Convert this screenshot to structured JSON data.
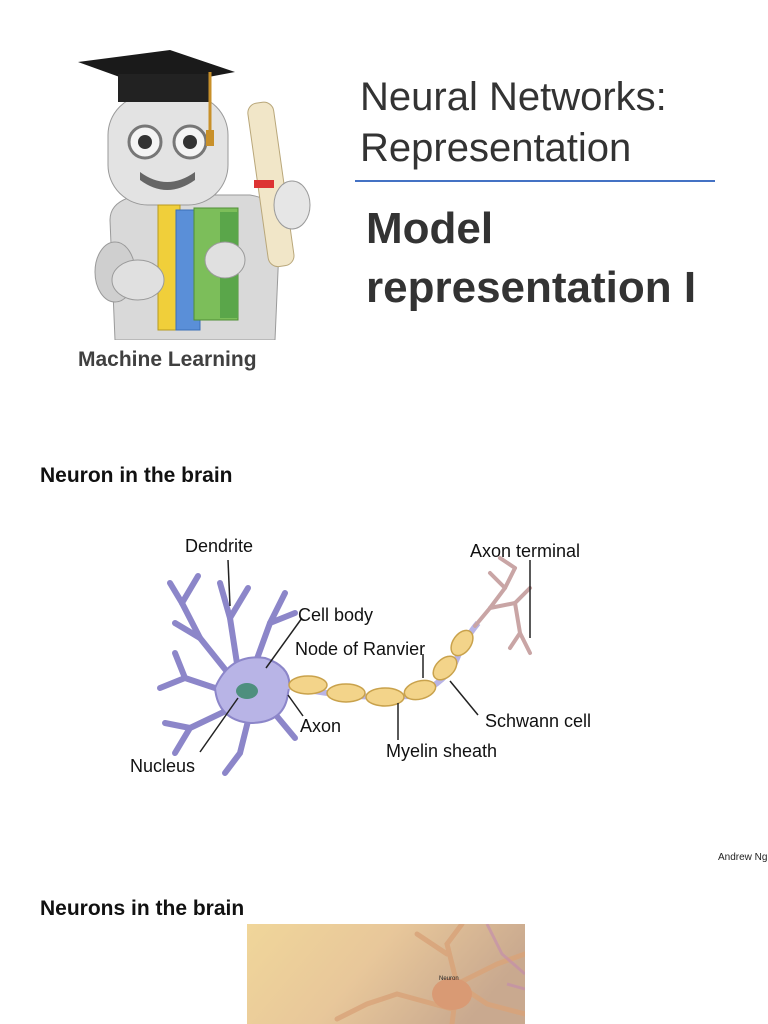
{
  "slide1": {
    "title_line1": "Neural Networks:",
    "title_line2": "Representation",
    "subtitle_line1": "Model",
    "subtitle_line2": "representation I",
    "caption": "Machine Learning"
  },
  "slide2": {
    "heading": "Neuron in the brain",
    "labels": {
      "dendrite": "Dendrite",
      "axon_terminal": "Axon terminal",
      "cell_body": "Cell body",
      "node_of_ranvier": "Node of Ranvier",
      "axon": "Axon",
      "schwann_cell": "Schwann cell",
      "myelin_sheath": "Myelin sheath",
      "nucleus": "Nucleus"
    },
    "credit": "Andrew Ng"
  },
  "slide3": {
    "heading": "Neurons in the brain",
    "photo_label": "Neuron"
  },
  "colors": {
    "rule": "#4472c4",
    "cell": "#b8b4e6",
    "myelin": "#f3d48a",
    "nucleus": "#4e8f7e"
  }
}
